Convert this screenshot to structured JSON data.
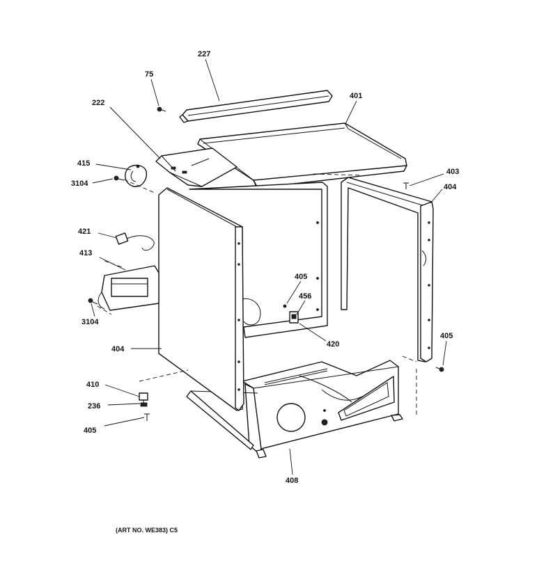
{
  "diagram": {
    "art_number": "(ART NO. WE383) C5",
    "callouts": {
      "c227": "227",
      "c75": "75",
      "c401": "401",
      "c222": "222",
      "c415": "415",
      "c3104a": "3104",
      "c403": "403",
      "c404r": "404",
      "c421": "421",
      "c413": "413",
      "c405a": "405",
      "c456": "456",
      "c3104b": "3104",
      "c420": "420",
      "c405b": "405",
      "c404l": "404",
      "c410": "410",
      "c236": "236",
      "c405c": "405",
      "c408": "408"
    }
  }
}
